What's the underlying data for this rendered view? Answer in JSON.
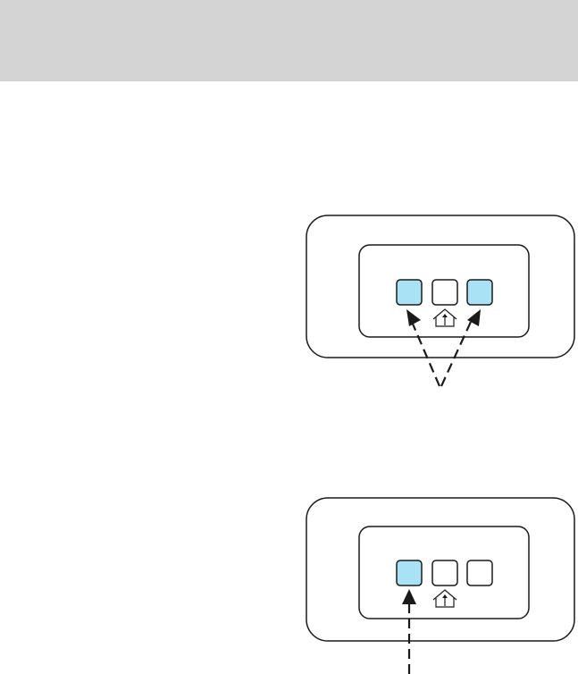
{
  "header": {
    "band_color": "#d4d4d4"
  },
  "diagrams": [
    {
      "name": "two-outer-buttons",
      "buttons": [
        {
          "id": "left",
          "highlighted": true
        },
        {
          "id": "middle",
          "highlighted": false
        },
        {
          "id": "right",
          "highlighted": true
        }
      ],
      "home_icon": "garage-home-icon",
      "arrows": "dashed-v-to-outer-buttons"
    },
    {
      "name": "single-left-button",
      "buttons": [
        {
          "id": "left",
          "highlighted": true
        },
        {
          "id": "middle",
          "highlighted": false
        },
        {
          "id": "right",
          "highlighted": false
        }
      ],
      "home_icon": "garage-home-icon",
      "arrows": "dashed-vertical-to-left-button"
    }
  ],
  "colors": {
    "highlight": "#a9e1f5",
    "stroke": "#1a1a1a",
    "button_off": "#ffffff",
    "background": "#ffffff"
  }
}
